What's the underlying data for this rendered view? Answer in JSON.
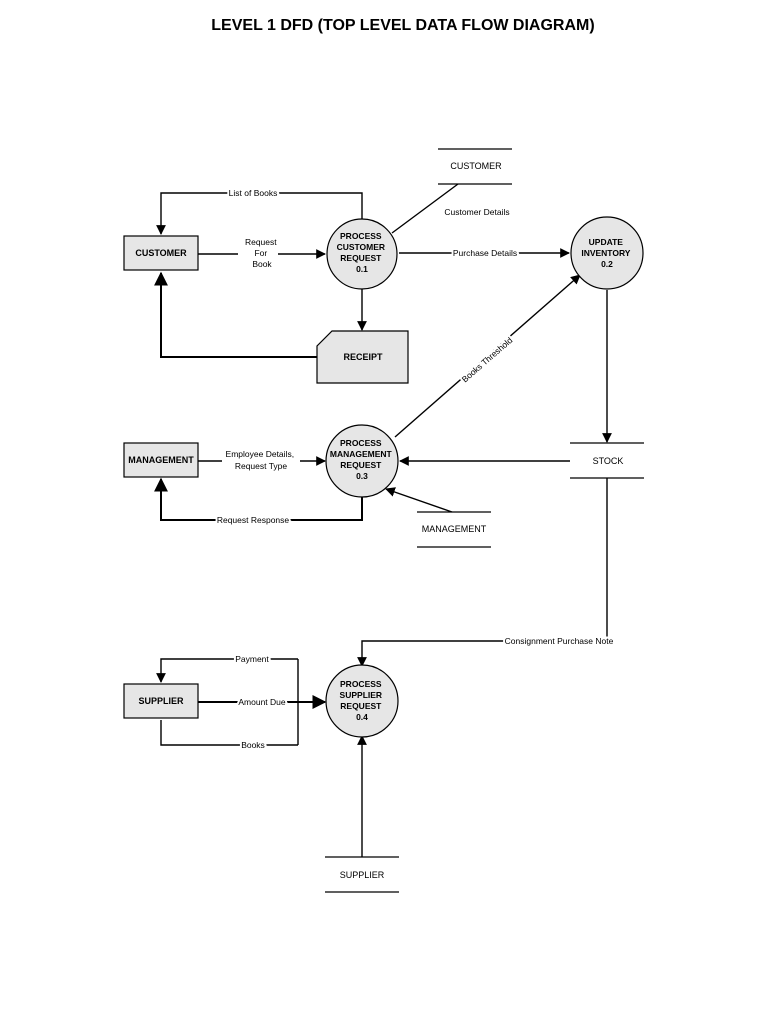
{
  "title": "LEVEL 1 DFD (TOP LEVEL DATA FLOW DIAGRAM)",
  "entities": {
    "customer": "CUSTOMER",
    "management": "MANAGEMENT",
    "supplier": "SUPPLIER"
  },
  "processes": {
    "p01": [
      "PROCESS",
      "CUSTOMER",
      "REQUEST",
      "0.1"
    ],
    "p02": [
      "UPDATE",
      "INVENTORY",
      "0.2"
    ],
    "p03": [
      "PROCESS",
      "MANAGEMENT",
      "REQUEST",
      "0.3"
    ],
    "p04": [
      "PROCESS",
      "SUPPLIER",
      "REQUEST",
      "0.4"
    ]
  },
  "stores": {
    "customer": "CUSTOMER",
    "stock": "STOCK",
    "management": "MANAGEMENT",
    "supplier": "SUPPLIER"
  },
  "document": "RECEIPT",
  "flows": {
    "list_of_books": "List of Books",
    "request_for_book": [
      "Request",
      "For",
      "Book"
    ],
    "customer_details": "Customer Details",
    "purchase_details": "Purchase Details",
    "books_threshold": "Books Threshold",
    "employee_details": [
      "Employee Details,",
      "Request Type"
    ],
    "request_response": "Request Response",
    "consignment_purchase_note": "Consignment Purchase Note",
    "payment": "Payment",
    "amount_due": "Amount Due",
    "books": "Books"
  }
}
